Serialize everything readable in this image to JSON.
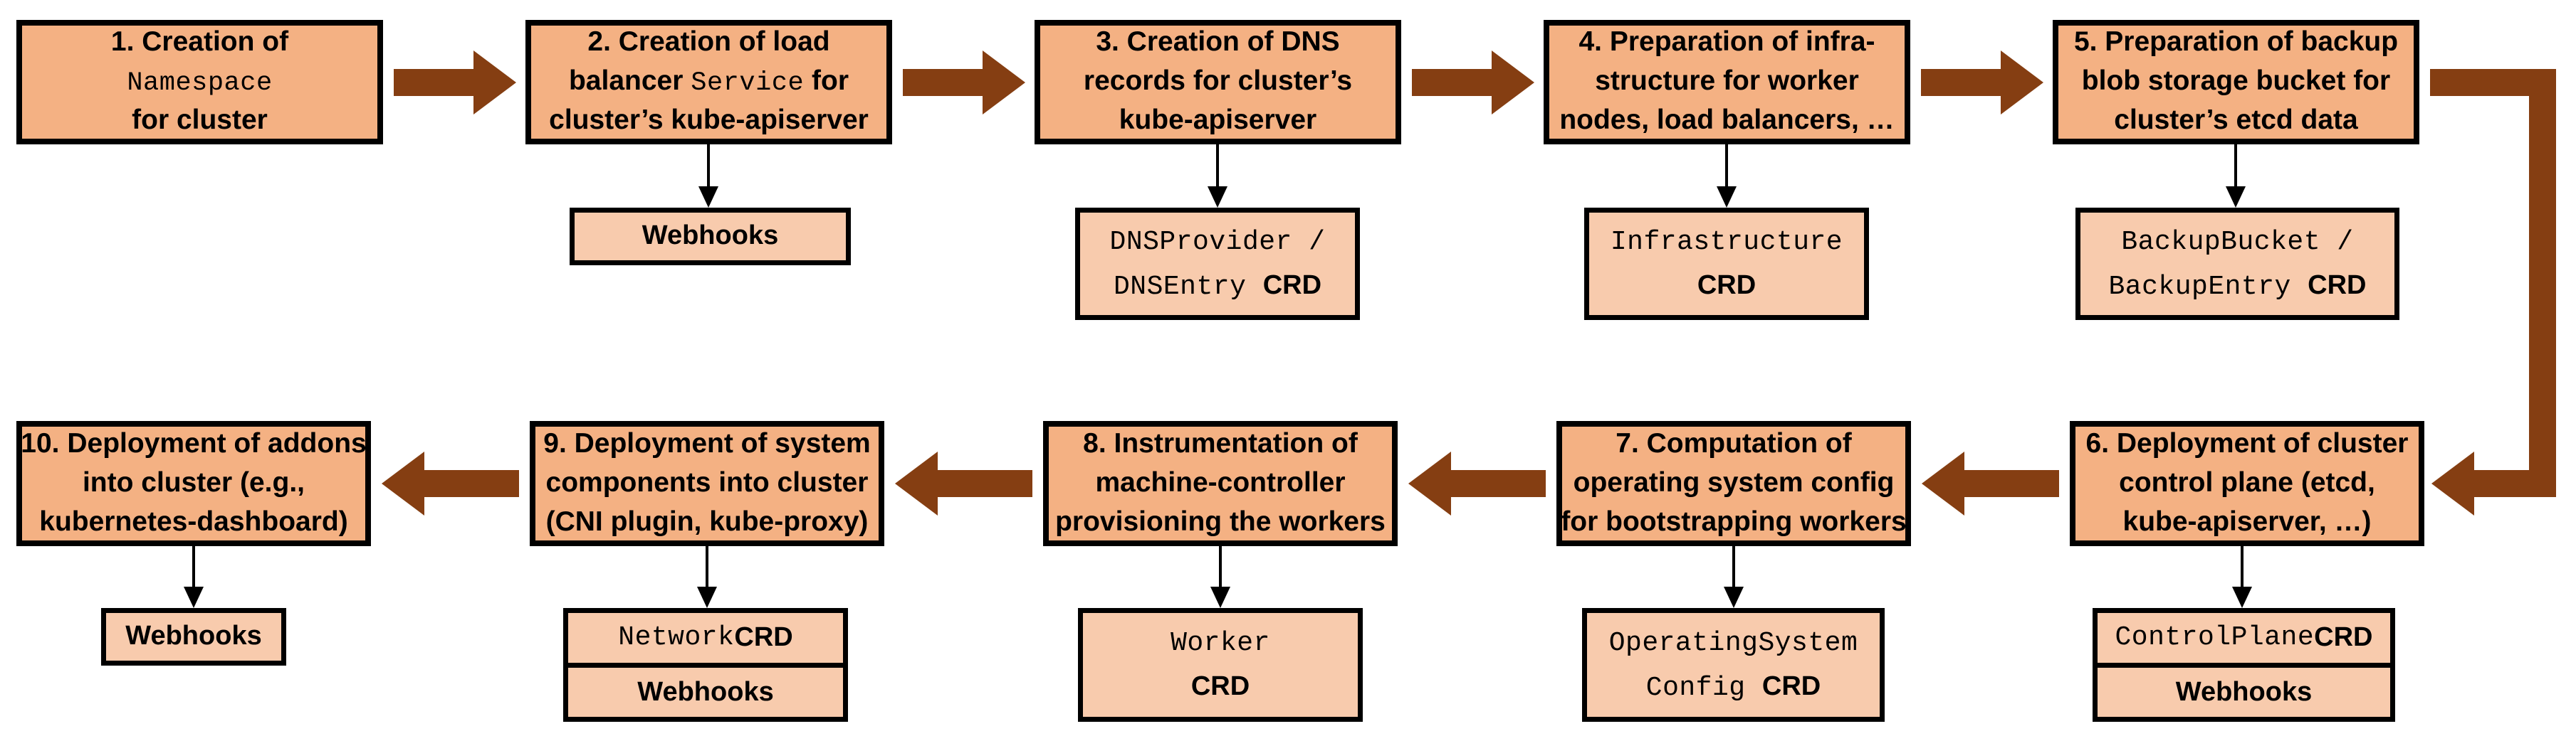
{
  "colors": {
    "step_fill": "#F4B183",
    "sub_fill": "#F8CBAD",
    "arrow": "#853E12",
    "border": "#000000"
  },
  "steps": [
    {
      "label_lines": [
        {
          "pre": "1. Creation of"
        },
        {
          "code": "Namespace"
        },
        {
          "pre": "for cluster"
        }
      ]
    },
    {
      "label_lines": [
        {
          "pre": "2. Creation of load"
        },
        {
          "pre": "balancer ",
          "code": "Service",
          "post": " for"
        },
        {
          "pre": "cluster’s kube-apiserver"
        }
      ],
      "sub": {
        "lines": [
          {
            "pre": "Webhooks"
          }
        ]
      }
    },
    {
      "label_lines": [
        {
          "pre": "3. Creation of DNS"
        },
        {
          "pre": "records for cluster’s"
        },
        {
          "pre": "kube-apiserver"
        }
      ],
      "sub": {
        "lines": [
          {
            "code": "DNSProvider /"
          },
          {
            "code": "DNSEntry ",
            "post": "CRD"
          }
        ]
      }
    },
    {
      "label_lines": [
        {
          "pre": "4. Preparation of infra-"
        },
        {
          "pre": "structure for worker"
        },
        {
          "pre": "nodes, load balancers, …"
        }
      ],
      "sub": {
        "lines": [
          {
            "code": "Infrastructure"
          },
          {
            "post": "CRD"
          }
        ]
      }
    },
    {
      "label_lines": [
        {
          "pre": "5. Preparation of backup"
        },
        {
          "pre": "blob storage bucket for"
        },
        {
          "pre": "cluster’s etcd data"
        }
      ],
      "sub": {
        "lines": [
          {
            "code": "BackupBucket /"
          },
          {
            "code": "BackupEntry ",
            "post": "CRD"
          }
        ]
      }
    },
    {
      "label_lines": [
        {
          "pre": "6. Deployment of cluster"
        },
        {
          "pre": "control plane (etcd,"
        },
        {
          "pre": "kube-apiserver, …)"
        }
      ],
      "sub": {
        "rows": [
          {
            "code": "ControlPlane ",
            "post": "CRD"
          },
          {
            "pre": "Webhooks"
          }
        ]
      }
    },
    {
      "label_lines": [
        {
          "pre": "7. Computation of"
        },
        {
          "pre": "operating system config"
        },
        {
          "pre": "for bootstrapping workers"
        }
      ],
      "sub": {
        "lines": [
          {
            "code": "OperatingSystem"
          },
          {
            "code": "Config ",
            "post": "CRD"
          }
        ]
      }
    },
    {
      "label_lines": [
        {
          "pre": "8. Instrumentation of"
        },
        {
          "pre": "machine-controller"
        },
        {
          "pre": "provisioning the workers"
        }
      ],
      "sub": {
        "lines": [
          {
            "code": "Worker"
          },
          {
            "post": "CRD"
          }
        ]
      }
    },
    {
      "label_lines": [
        {
          "pre": "9. Deployment of system"
        },
        {
          "pre": "components into cluster"
        },
        {
          "pre": "(CNI plugin, kube-proxy)"
        }
      ],
      "sub": {
        "rows": [
          {
            "code": "Network ",
            "post": "CRD"
          },
          {
            "pre": "Webhooks"
          }
        ]
      }
    },
    {
      "label_lines": [
        {
          "pre": "10. Deployment of addons"
        },
        {
          "pre": "into cluster (e.g.,"
        },
        {
          "pre": "kubernetes-dashboard)"
        }
      ],
      "sub": {
        "lines": [
          {
            "pre": "Webhooks"
          }
        ]
      }
    }
  ]
}
